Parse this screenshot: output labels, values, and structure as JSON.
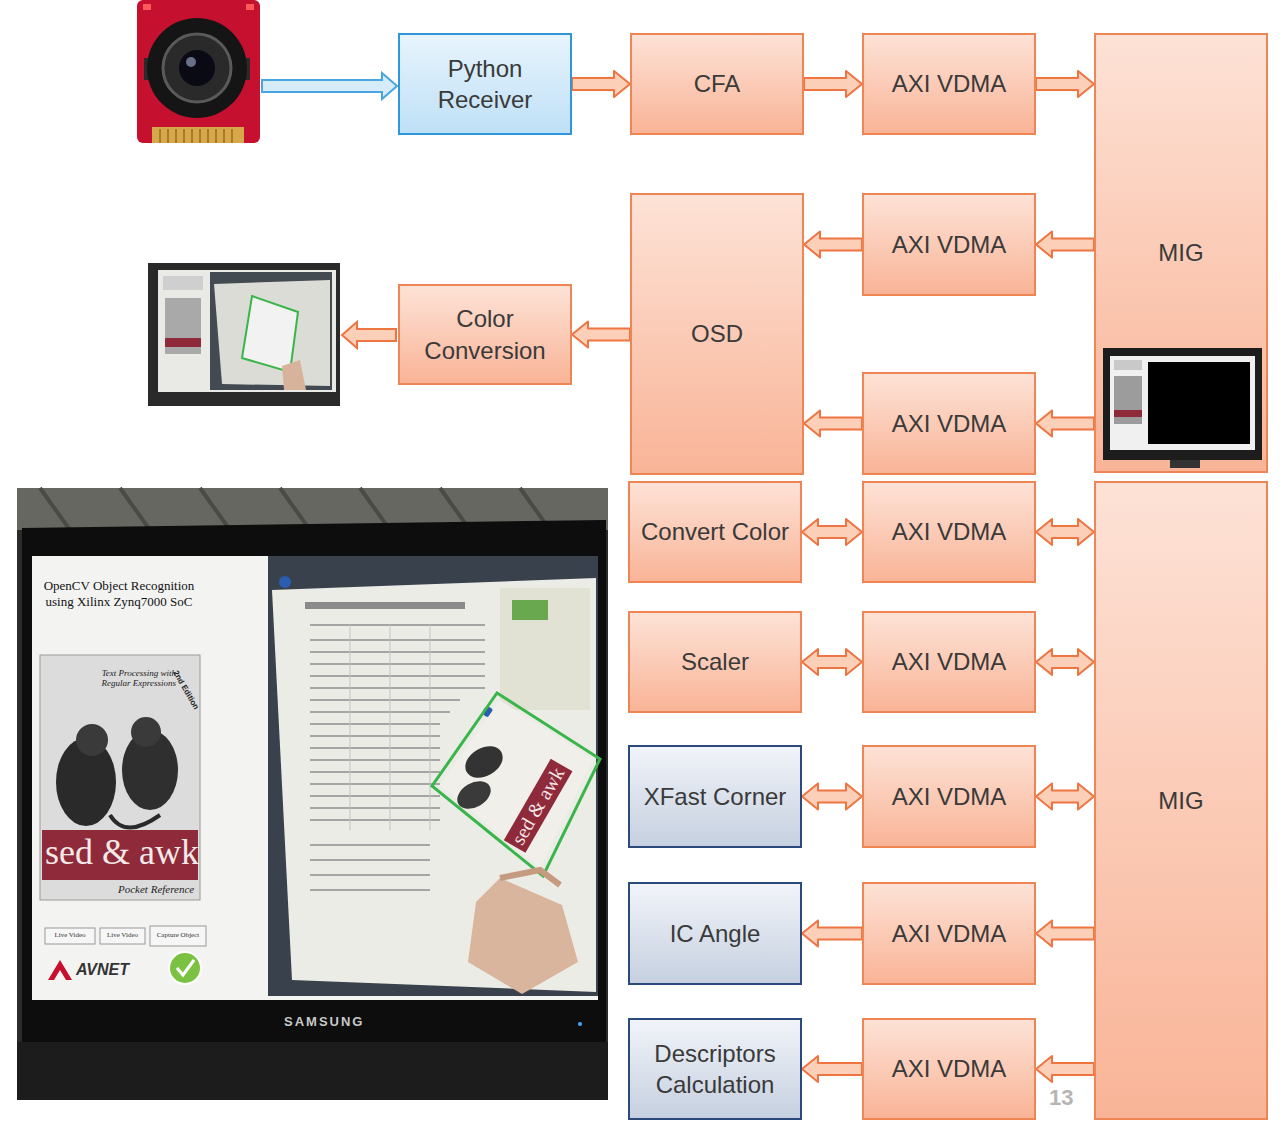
{
  "diagram": {
    "nodes": [
      {
        "text": [
          "Python Receiver"
        ]
      },
      {
        "text": [
          "CFA"
        ]
      },
      {
        "text": [
          "AXI VDMA"
        ]
      },
      {
        "text": [
          "MIG"
        ]
      },
      {
        "text": [
          "OSD"
        ]
      },
      {
        "text": [
          "AXI VDMA"
        ]
      },
      {
        "text": [
          "Color Conversion"
        ]
      },
      {
        "text": [
          "AXI VDMA"
        ]
      },
      {
        "text": [
          "Convert Color"
        ]
      },
      {
        "text": [
          "AXI VDMA"
        ]
      },
      {
        "text": [
          "MIG"
        ]
      },
      {
        "text": [
          "Scaler"
        ]
      },
      {
        "text": [
          "AXI VDMA"
        ]
      },
      {
        "text": [
          "XFast Corner"
        ]
      },
      {
        "text": [
          "AXI VDMA"
        ]
      },
      {
        "text": [
          "IC Angle"
        ]
      },
      {
        "text": [
          "AXI VDMA"
        ]
      },
      {
        "text": [
          "Descriptors Calculation"
        ]
      },
      {
        "text": [
          "AXI VDMA"
        ]
      }
    ],
    "edges": [
      {
        "from": 0,
        "to": 1,
        "arrow": "to"
      },
      {
        "from": 1,
        "to": 2,
        "arrow": "to"
      },
      {
        "from": 2,
        "to": 3,
        "arrow": "to"
      },
      {
        "from": 3,
        "to": 5,
        "arrow": "to"
      },
      {
        "from": 5,
        "to": 4,
        "arrow": "to"
      },
      {
        "from": 3,
        "to": 7,
        "arrow": "to"
      },
      {
        "from": 7,
        "to": 4,
        "arrow": "to"
      },
      {
        "from": 4,
        "to": 6,
        "arrow": "to"
      },
      {
        "from": 8,
        "to": 9,
        "arrow": "both"
      },
      {
        "from": 9,
        "to": 10,
        "arrow": "both"
      },
      {
        "from": 11,
        "to": 12,
        "arrow": "both"
      },
      {
        "from": 12,
        "to": 10,
        "arrow": "both"
      },
      {
        "from": 13,
        "to": 14,
        "arrow": "both"
      },
      {
        "from": 14,
        "to": 10,
        "arrow": "both"
      },
      {
        "from": 10,
        "to": 16,
        "arrow": "to"
      },
      {
        "from": 16,
        "to": 15,
        "arrow": "to"
      },
      {
        "from": 10,
        "to": 18,
        "arrow": "to"
      },
      {
        "from": 18,
        "to": 17,
        "arrow": "to"
      }
    ],
    "labels": [
      "OpenCV Object Recognition using Xilinx Zynq7000 SoC",
      "Text Processing with Regular Expressions",
      "2nd Edition",
      "sed & awk",
      "Pocket Reference",
      "Live Video",
      "Live Video",
      "Capture Object",
      "AVNET",
      "sed & awk",
      "SAMSUNG",
      "13"
    ]
  }
}
